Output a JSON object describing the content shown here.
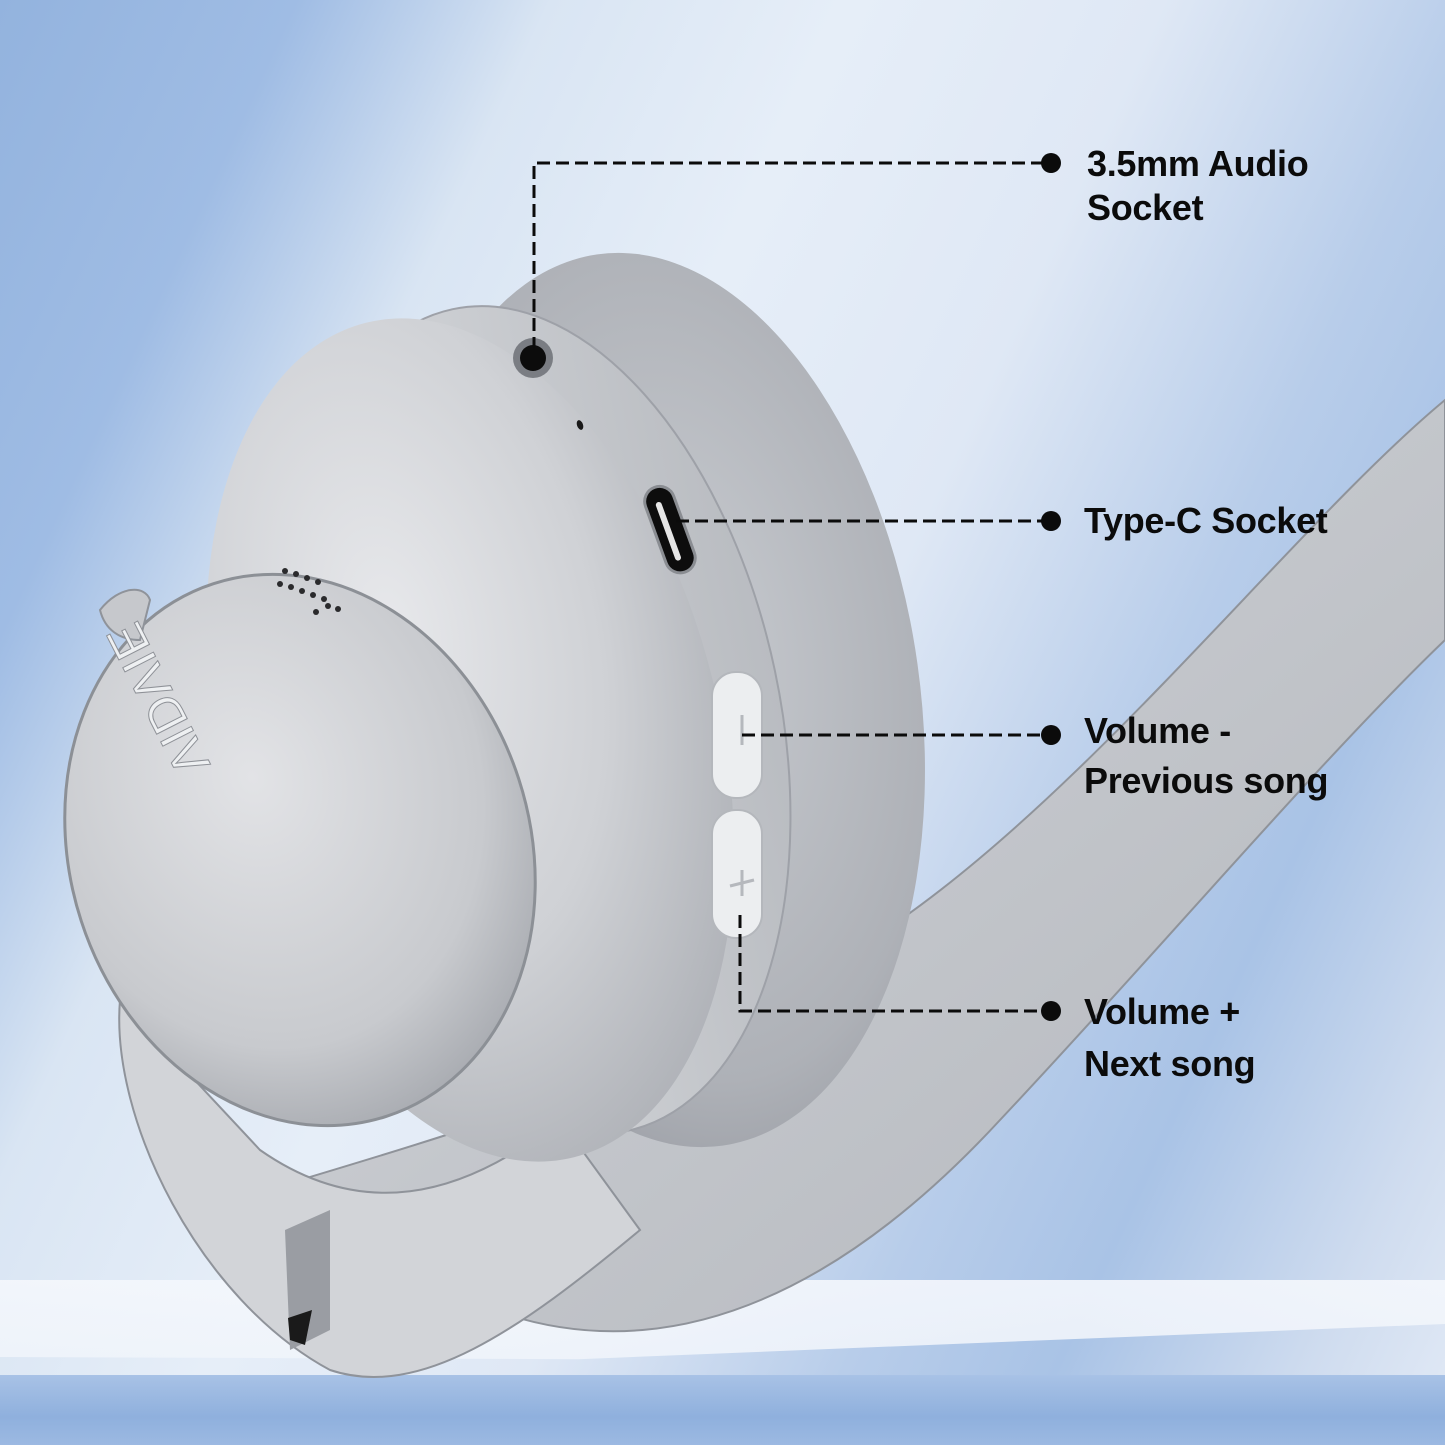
{
  "product": {
    "brand_mark": "VIDVIE",
    "type": "over-ear headphones (silver)",
    "colors": {
      "background_light": "#e3ebf7",
      "background_blue": "#9ab8e1",
      "shell": "#c9cbd0",
      "cushion": "#b8bbc1",
      "callout_line": "#0b0b0b",
      "label_text": "#0b0b0b"
    }
  },
  "callouts": [
    {
      "id": "audio",
      "lines": [
        "3.5mm Audio",
        "Socket"
      ]
    },
    {
      "id": "typec",
      "lines": [
        "Type-C Socket"
      ]
    },
    {
      "id": "vol_down",
      "lines": [
        "Volume -",
        "Previous song"
      ]
    },
    {
      "id": "vol_up",
      "lines": [
        "Volume +",
        "Next song"
      ]
    }
  ],
  "buttons": {
    "minus_glyph": "−",
    "plus_glyph": "+"
  }
}
